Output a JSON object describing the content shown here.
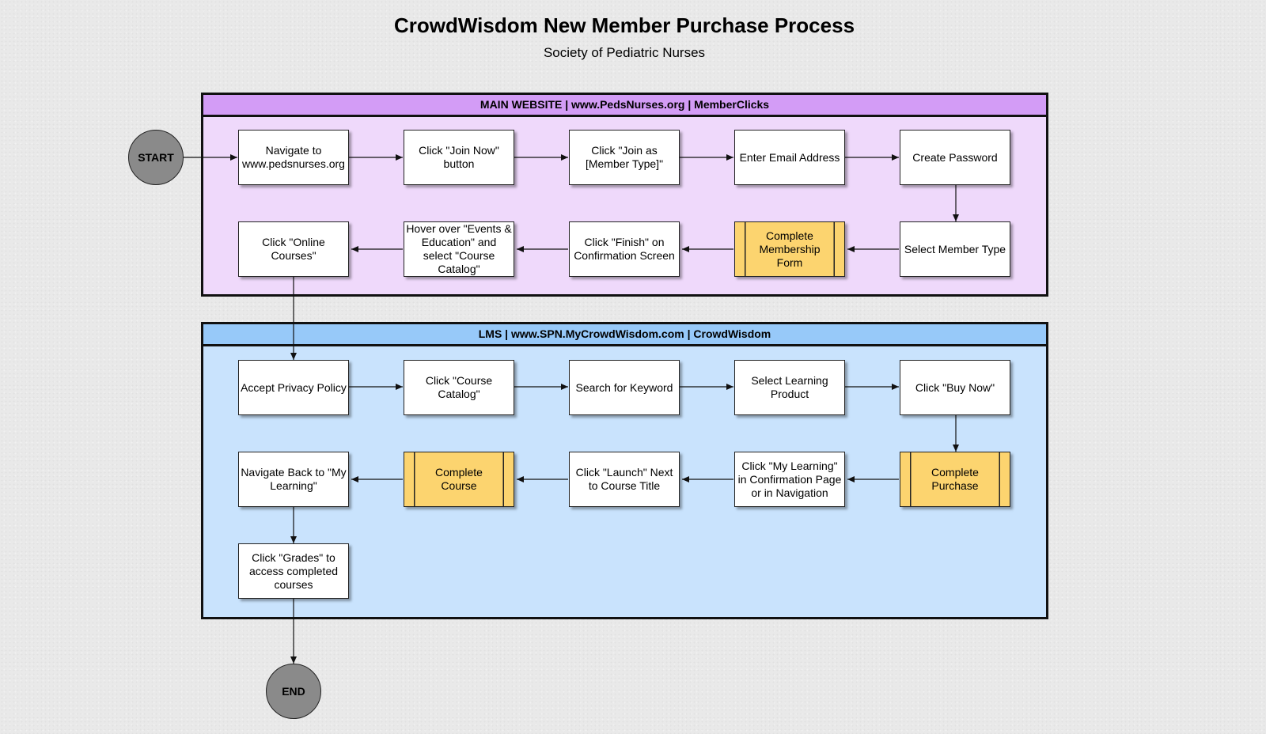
{
  "title": "CrowdWisdom New Member Purchase Process",
  "subtitle": "Society of Pediatric Nurses",
  "start_label": "START",
  "end_label": "END",
  "lanes": {
    "main": {
      "header": "MAIN WEBSITE | www.PedsNurses.org | MemberClicks",
      "steps": [
        "Navigate to www.pedsnurses.org",
        "Click \"Join Now\" button",
        "Click \"Join as [Member Type]\"",
        "Enter Email Address",
        "Create Password",
        "Select Member Type",
        "Complete Membership Form",
        "Click \"Finish\" on Confirmation Screen",
        "Hover over \"Events & Education\" and select \"Course Catalog\"",
        "Click \"Online Courses\""
      ]
    },
    "lms": {
      "header": "LMS | www.SPN.MyCrowdWisdom.com | CrowdWisdom",
      "steps": [
        "Accept Privacy Policy",
        "Click \"Course Catalog\"",
        "Search for Keyword",
        "Select Learning Product",
        "Click \"Buy Now\"",
        "Complete Purchase",
        "Click \"My Learning\" in Confirmation Page or in Navigation",
        "Click \"Launch\" Next to Course Title",
        "Complete Course",
        "Navigate Back to \"My Learning\"",
        "Click \"Grades\" to access completed courses"
      ]
    }
  },
  "colors": {
    "main_lane_fill": "#efd9fb",
    "main_lane_header": "#d39cf6",
    "lms_lane_fill": "#c9e3fd",
    "lms_lane_header": "#97c9f9",
    "subprocess_fill": "#fcd46f",
    "terminator_fill": "#8a8a8a"
  }
}
